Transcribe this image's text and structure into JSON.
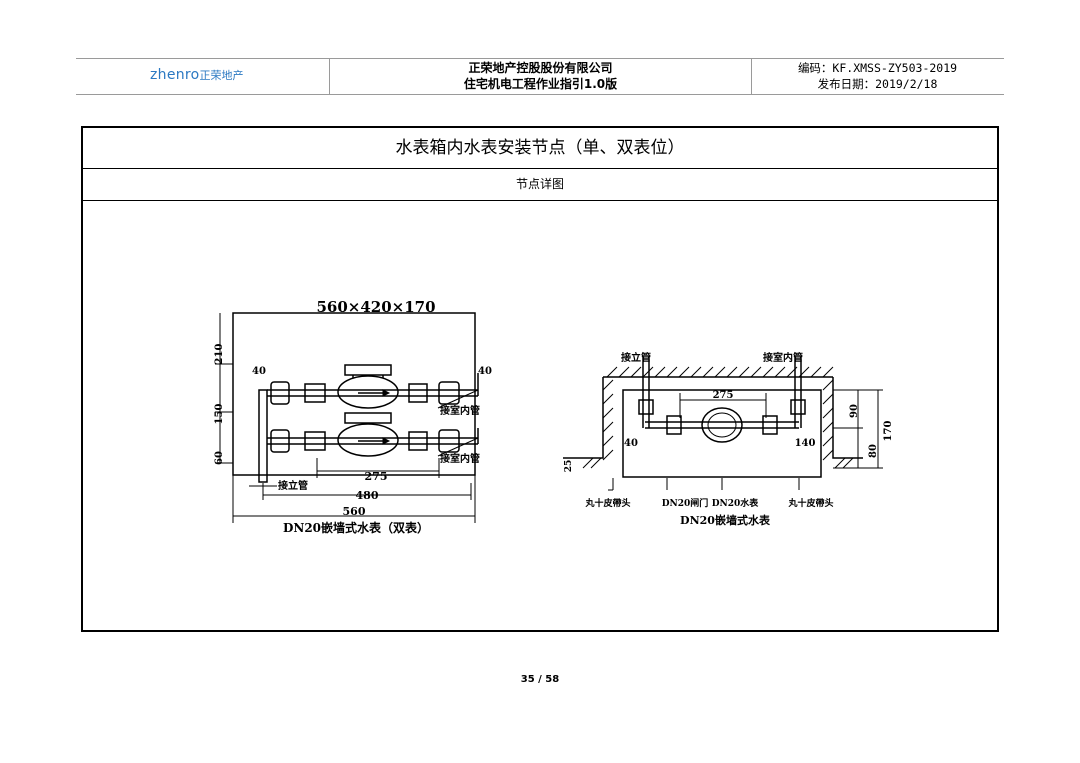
{
  "header": {
    "logo_latin": "zhenro",
    "logo_cn": "正荣地产",
    "company_name": "正荣地产控股股份有限公司",
    "document_title": "住宅机电工程作业指引1.0版",
    "code": "编码：KF.XMSS-ZY503-2019",
    "publish_date": "发布日期：2019/2/18"
  },
  "table": {
    "title": "水表箱内水表安装节点（单、双表位）",
    "subtitle": "节点详图"
  },
  "left_drawing": {
    "size": "560×420×170",
    "dim_210": "210",
    "dim_150": "150",
    "dim_60": "60",
    "dim_40_left": "40",
    "dim_40_right": "40",
    "label_riser": "接立管",
    "label_indoor_1": "接室内管",
    "label_indoor_2": "接室内管",
    "dim_275": "275",
    "dim_480": "480",
    "dim_560": "560",
    "caption": "DN20嵌墙式水表（双表）"
  },
  "right_drawing": {
    "label_riser": "接立管",
    "label_indoor": "接室内管",
    "dim_275": "275",
    "dim_40": "40",
    "dim_140": "140",
    "dim_90": "90",
    "dim_80": "80",
    "dim_170": "170",
    "dim_25": "25",
    "elbow_left": "丸十皮帶头",
    "valve": "DN20闸门",
    "meter": "DN20水表",
    "elbow_right": "丸十皮帶头",
    "caption": "DN20嵌墙式水表"
  },
  "footer": {
    "page": "35 / 58"
  }
}
